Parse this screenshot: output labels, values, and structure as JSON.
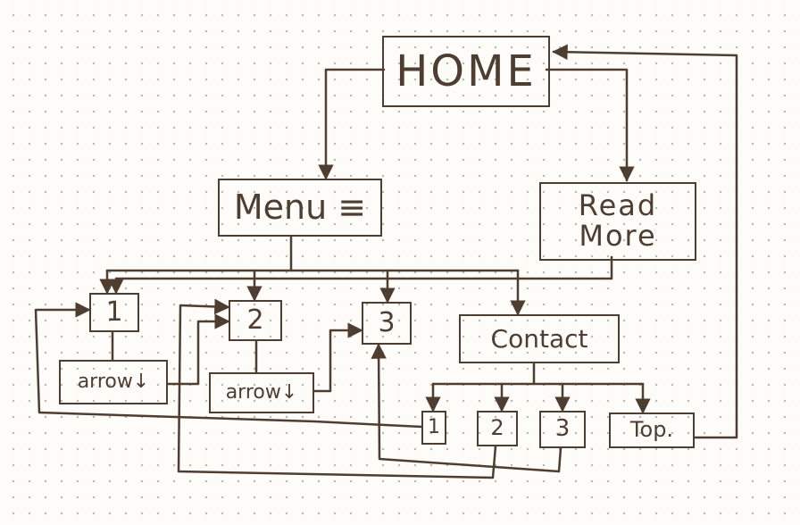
{
  "colors": {
    "ink": "#4e3d31",
    "paper": "#fdfcf9",
    "dots": "#b9b2a8"
  },
  "nodes": {
    "home": "HOME",
    "menu": "Menu ≡",
    "read_more": "Read\nMore",
    "m1": "1",
    "m2": "2",
    "m3": "3",
    "arrow1": "arrow↓",
    "arrow2": "arrow↓",
    "contact": "Contact",
    "c1": "1",
    "c2": "2",
    "c3": "3",
    "top": "Top."
  }
}
